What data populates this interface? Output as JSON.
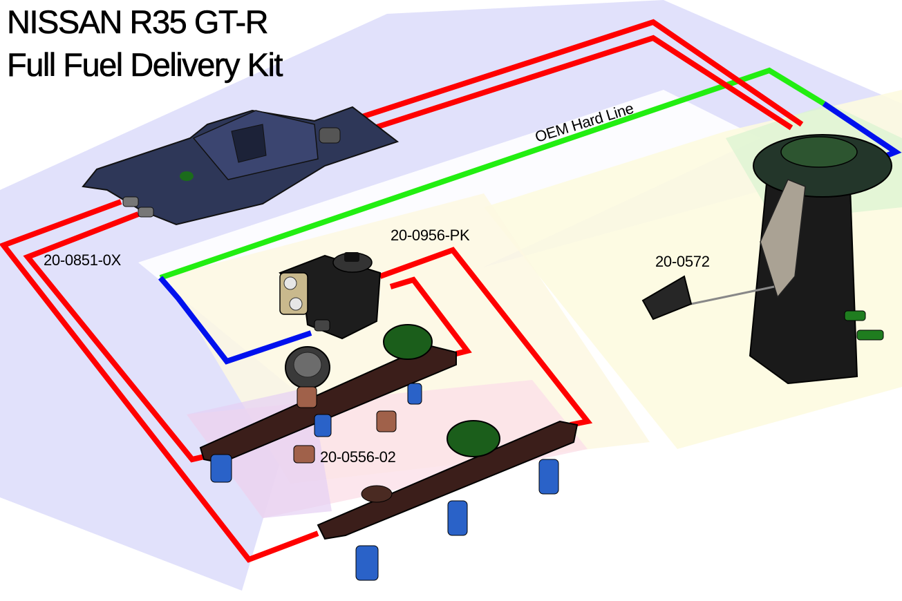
{
  "title": {
    "line1": "NISSAN R35 GT-R",
    "line2": "Full Fuel Delivery Kit"
  },
  "labels": {
    "hard_line": "OEM Hard Line",
    "fuel_pump": "20-0851-0X",
    "regulator": "20-0956-PK",
    "pump_hanger": "20-0572",
    "fuel_rails": "20-0556-02"
  },
  "colors": {
    "feed_line": "#ff0000",
    "oem_hard_line": "#22ee11",
    "return_line": "#0011ee",
    "panel_blue": "#dcdcfa",
    "panel_yellow": "#fdfbe0",
    "panel_pink": "#fbe0e8"
  }
}
